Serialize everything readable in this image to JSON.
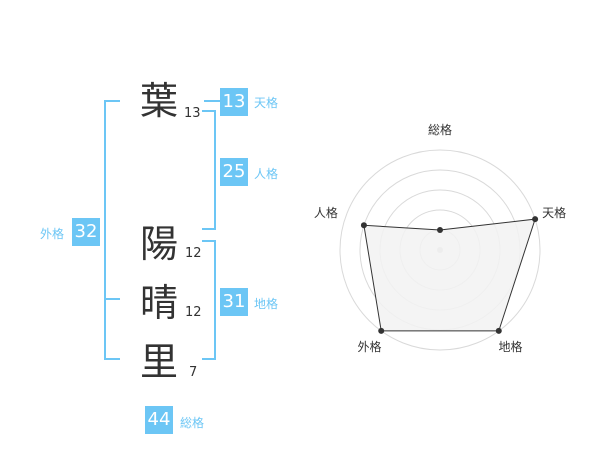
{
  "name_chars": [
    {
      "char": "葉",
      "strokes": "13"
    },
    {
      "char": "陽",
      "strokes": "12"
    },
    {
      "char": "晴",
      "strokes": "12"
    },
    {
      "char": "里",
      "strokes": "7"
    }
  ],
  "kakusu": {
    "tenkaku": {
      "label": "天格",
      "value": "13"
    },
    "jinkaku": {
      "label": "人格",
      "value": "25"
    },
    "chikaku": {
      "label": "地格",
      "value": "31"
    },
    "gaikaku": {
      "label": "外格",
      "value": "32"
    },
    "soukaku": {
      "label": "総格",
      "value": "44"
    }
  },
  "chart_data": {
    "type": "radar",
    "axes": [
      "総格",
      "天格",
      "地格",
      "外格",
      "人格"
    ],
    "values": [
      1,
      5,
      5,
      5,
      4
    ],
    "max": 5,
    "rings": 5,
    "fill_color": "#f2f2f2",
    "line_color": "#333333",
    "ring_color": "#d9d9d9"
  },
  "colors": {
    "accent": "#6cc6f5",
    "text": "#333333"
  }
}
